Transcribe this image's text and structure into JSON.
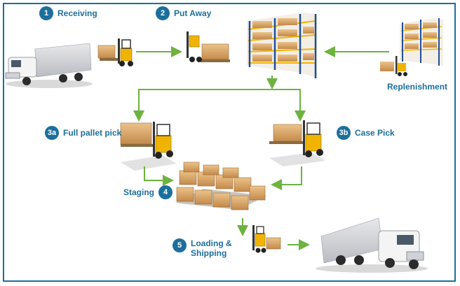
{
  "steps": {
    "receiving": {
      "num": "1",
      "label": "Receiving"
    },
    "put_away": {
      "num": "2",
      "label": "Put Away"
    },
    "full_pallet": {
      "num": "3a",
      "label": "Full pallet pick"
    },
    "case_pick": {
      "num": "3b",
      "label": "Case Pick"
    },
    "staging": {
      "num": "4",
      "label": "Staging"
    },
    "loading_line1": {
      "num": "5",
      "label": "Loading &"
    },
    "loading_line2": {
      "label": "Shipping"
    }
  },
  "replenishment": {
    "label": "Replenishment"
  },
  "colors": {
    "accent": "#1c6f9c",
    "arrow": "#6db33f",
    "box": "#d9a76a",
    "forklift": "#f0b400"
  },
  "icons": [
    "truck-icon",
    "forklift-icon",
    "warehouse-rack-icon",
    "pallet-boxes-icon",
    "arrow-icon"
  ]
}
